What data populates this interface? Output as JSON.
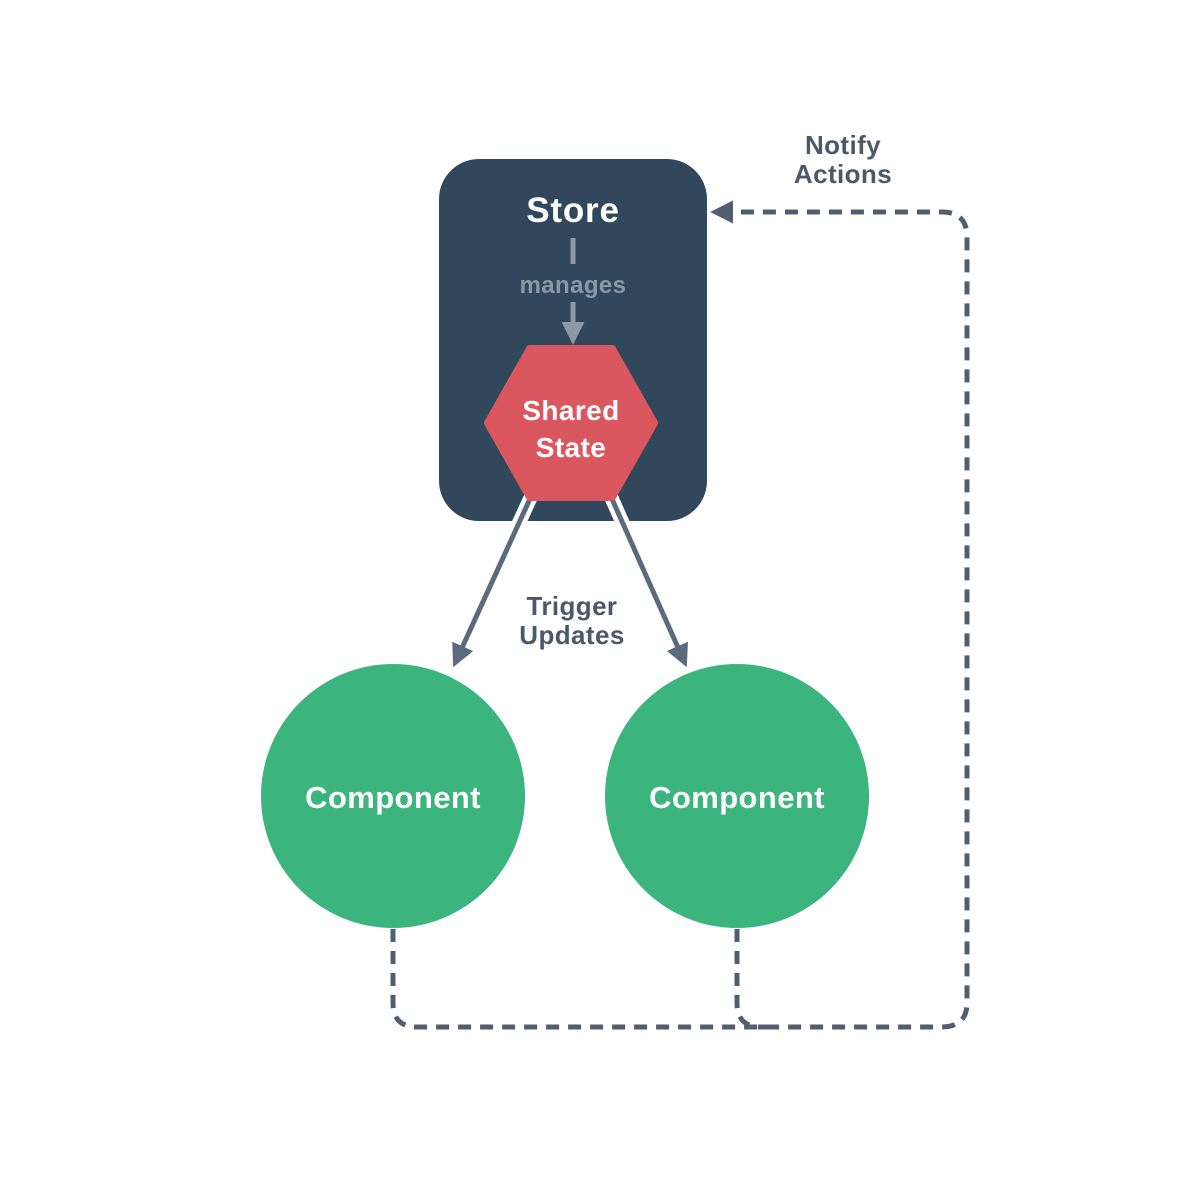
{
  "colors": {
    "bg": "#ffffff",
    "navy": "#31485C",
    "green": "#3BB47D",
    "red": "#DA575F",
    "gray": "#8D98A6",
    "slate": "#5B6B7D",
    "dash": "#4F5F70",
    "label": "#4A586C",
    "white": "#ffffff"
  },
  "diagram": {
    "store_title": "Store",
    "manages_label": "manages",
    "shared_state_label": "Shared\nState",
    "component_left_label": "Component",
    "component_right_label": "Component",
    "trigger_updates_label": "Trigger\nUpdates",
    "notify_actions_label": "Notify\nActions"
  }
}
